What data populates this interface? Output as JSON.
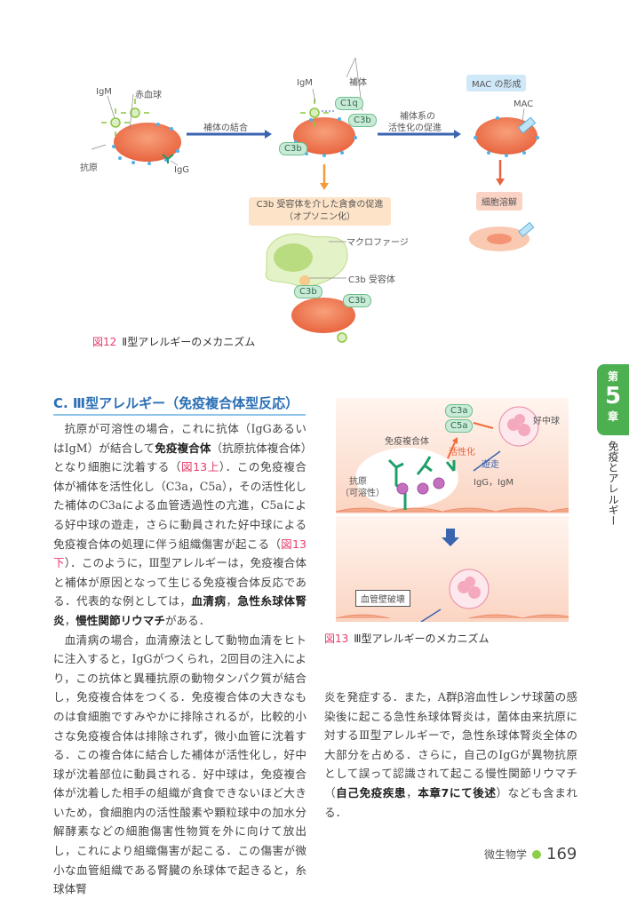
{
  "fig12": {
    "labels": {
      "igm1": "IgM",
      "rbc": "赤血球",
      "antigen": "抗原",
      "igg": "IgG",
      "igm2": "IgM",
      "complement": "補体",
      "c1q": "C1q",
      "c3b_a": "C3b",
      "c3b_b": "C3b",
      "arrow1": "補体の結合",
      "arrow2_l1": "補体系の",
      "arrow2_l2": "活性化の促進",
      "mac_box": "MAC の形成",
      "mac": "MAC",
      "opson_l1": "C3b 受容体を介した貪食の促進",
      "opson_l2": "（オプソニン化）",
      "lysis": "細胞溶解",
      "macrophage": "マクロファージ",
      "receptor": "C3b 受容体",
      "c3b_c": "C3b",
      "c3b_d": "C3b"
    },
    "caption_num": "図12",
    "caption": "Ⅱ型アレルギーのメカニズム"
  },
  "section": {
    "heading": "C. Ⅲ型アレルギー（免疫複合体型反応）"
  },
  "left_paragraphs": [
    [
      {
        "t": "抗原が可溶性の場合，これに抗体（IgGあるいはIgM）が結合して"
      },
      {
        "t": "免疫複合体",
        "s": "b"
      },
      {
        "t": "（抗原抗体複合体）となり細胞に沈着する（"
      },
      {
        "t": "図13上",
        "s": "r"
      },
      {
        "t": "）．この免疫複合体が補体を活性化し（C3a，C5a），その活性化した補体のC3aによる血管透過性の亢進，C5aによる好中球の遊走，さらに動員された好中球による免疫複合体の処理に伴う組織傷害が起こる（"
      },
      {
        "t": "図13下",
        "s": "r"
      },
      {
        "t": "）．このように，Ⅲ型アレルギーは，免疫複合体と補体が原因となって生じる免疫複合体反応である．代表的な例としては，"
      },
      {
        "t": "血清病",
        "s": "b"
      },
      {
        "t": "，"
      },
      {
        "t": "急性糸球体腎炎",
        "s": "b"
      },
      {
        "t": "，"
      },
      {
        "t": "慢性関節リウマチ",
        "s": "b"
      },
      {
        "t": "がある．"
      }
    ],
    [
      {
        "t": "血清病の場合，血清療法として動物血清をヒトに注入すると，IgGがつくられ，2回目の注入により，この抗体と異種抗原の動物タンパク質が結合し，免疫複合体をつくる．免疫複合体の大きなものは食細胞ですみやかに排除されるが，比較的小さな免疫複合体は排除されず，微小血管に沈着する．この複合体に結合した補体が活性化し，好中球が沈着部位に動員される．好中球は，免疫複合体が沈着した相手の組織が貪食できないほど大きいため，食細胞内の活性酸素や顆粒球中の加水分解酵素などの細胞傷害性物質を外に向けて放出し，これにより組織傷害が起こる．この傷害が微小な血管組織である腎臓の糸球体で起きると，糸球体腎"
      }
    ]
  ],
  "right_paragraph": [
    {
      "t": "炎を発症する．また，A群β溶血性レンサ球菌の感染後に起こる急性糸球体腎炎は，菌体由来抗原に対するⅢ型アレルギーで，急性糸球体腎炎全体の大部分を占める．さらに，自己のIgGが異物抗原として誤って認識されて起こる慢性関節リウマチ（"
    },
    {
      "t": "自己免疫疾患",
      "s": "b"
    },
    {
      "t": "，"
    },
    {
      "t": "本章7にて後述",
      "s": "b"
    },
    {
      "t": "）なども含まれる．"
    }
  ],
  "fig13": {
    "labels": {
      "c3a": "C3a",
      "c5a": "C5a",
      "neutrophil": "好中球",
      "complex": "免疫複合体",
      "activation": "活性化",
      "migration": "遊走",
      "antigen_l1": "抗原",
      "antigen_l2": "（可溶性）",
      "ab": "IgG，IgM",
      "damage": "血管壁破壊"
    },
    "caption_num": "図13",
    "caption": "Ⅲ型アレルギーのメカニズム"
  },
  "side_tab": {
    "dai": "第",
    "num": "5",
    "sho": "章",
    "title": "免疫とアレルギー"
  },
  "footer": {
    "book": "微生物学",
    "page": "169"
  },
  "colors": {
    "accent": "#4caf50",
    "heading": "#2b6fb5",
    "red": "#e83b6a"
  }
}
